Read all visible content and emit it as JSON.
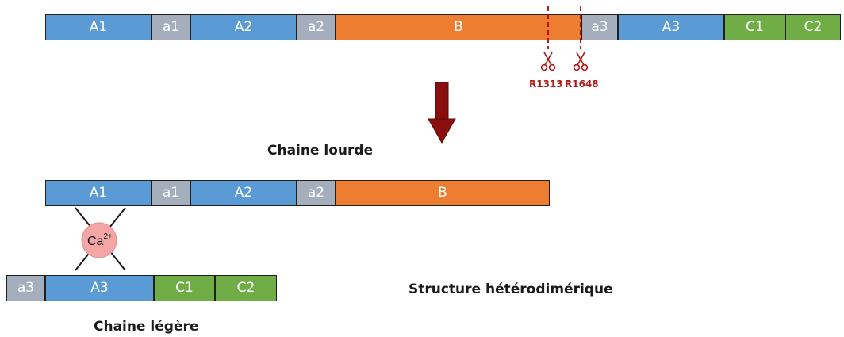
{
  "top_chain": {
    "segments": [
      "A1",
      "a1",
      "A2",
      "a2",
      "B",
      "a3",
      "A3",
      "C1",
      "C2"
    ]
  },
  "cleavage_sites": [
    "R1313",
    "R1648"
  ],
  "heavy_chain": {
    "title": "Chaine lourde",
    "segments": [
      "A1",
      "a1",
      "A2",
      "a2",
      "B"
    ]
  },
  "light_chain": {
    "title": "Chaine légère",
    "segments": [
      "a3",
      "A3",
      "C1",
      "C2"
    ]
  },
  "ion": {
    "symbol": "Ca",
    "charge": "2+"
  },
  "structure_label": "Structure hétérodimérique",
  "colors": {
    "A_domain": "#5b9bd5",
    "a_linker": "#a5aebc",
    "B_domain": "#ed7d31",
    "C_domain": "#70ad47",
    "cleavage": "#c00000",
    "arrow": "#8b0e0e",
    "ion": "#f4a6a6"
  }
}
